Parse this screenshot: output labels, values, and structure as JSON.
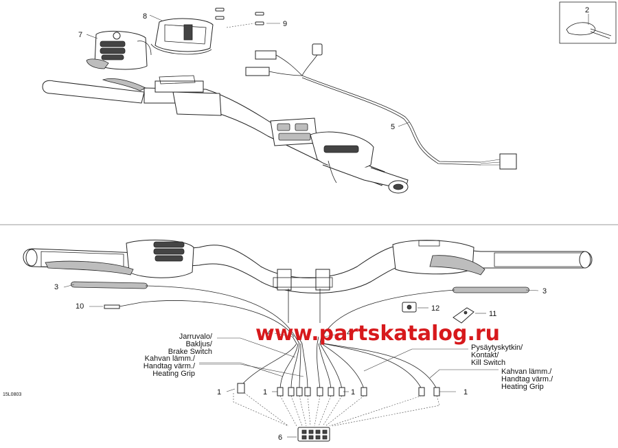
{
  "diagram": {
    "image_code": "15L0803",
    "watermark": "www.partskatalog.ru",
    "callouts": {
      "c1a": "1",
      "c1b": "1",
      "c1c": "1",
      "c1d": "1",
      "c2": "2",
      "c3a": "3",
      "c3b": "3",
      "c4a": "4",
      "c4b": "4",
      "c5": "5",
      "c6": "6",
      "c7": "7",
      "c8": "8",
      "c9": "9",
      "c10": "10",
      "c11": "11",
      "c12": "12"
    },
    "labels": {
      "brake": [
        "Jarruvalo/",
        "Bakljus/",
        "Brake Switch"
      ],
      "heat_left": [
        "Kahvan lämm./",
        "Handtag värm./",
        "Heating Grip"
      ],
      "kill": [
        "Pysäytyskytkin/",
        "Kontakt/",
        "Kill Switch"
      ],
      "heat_right": [
        "Kahvan lämm./",
        "Handtag värm./",
        "Heating Grip"
      ]
    }
  }
}
